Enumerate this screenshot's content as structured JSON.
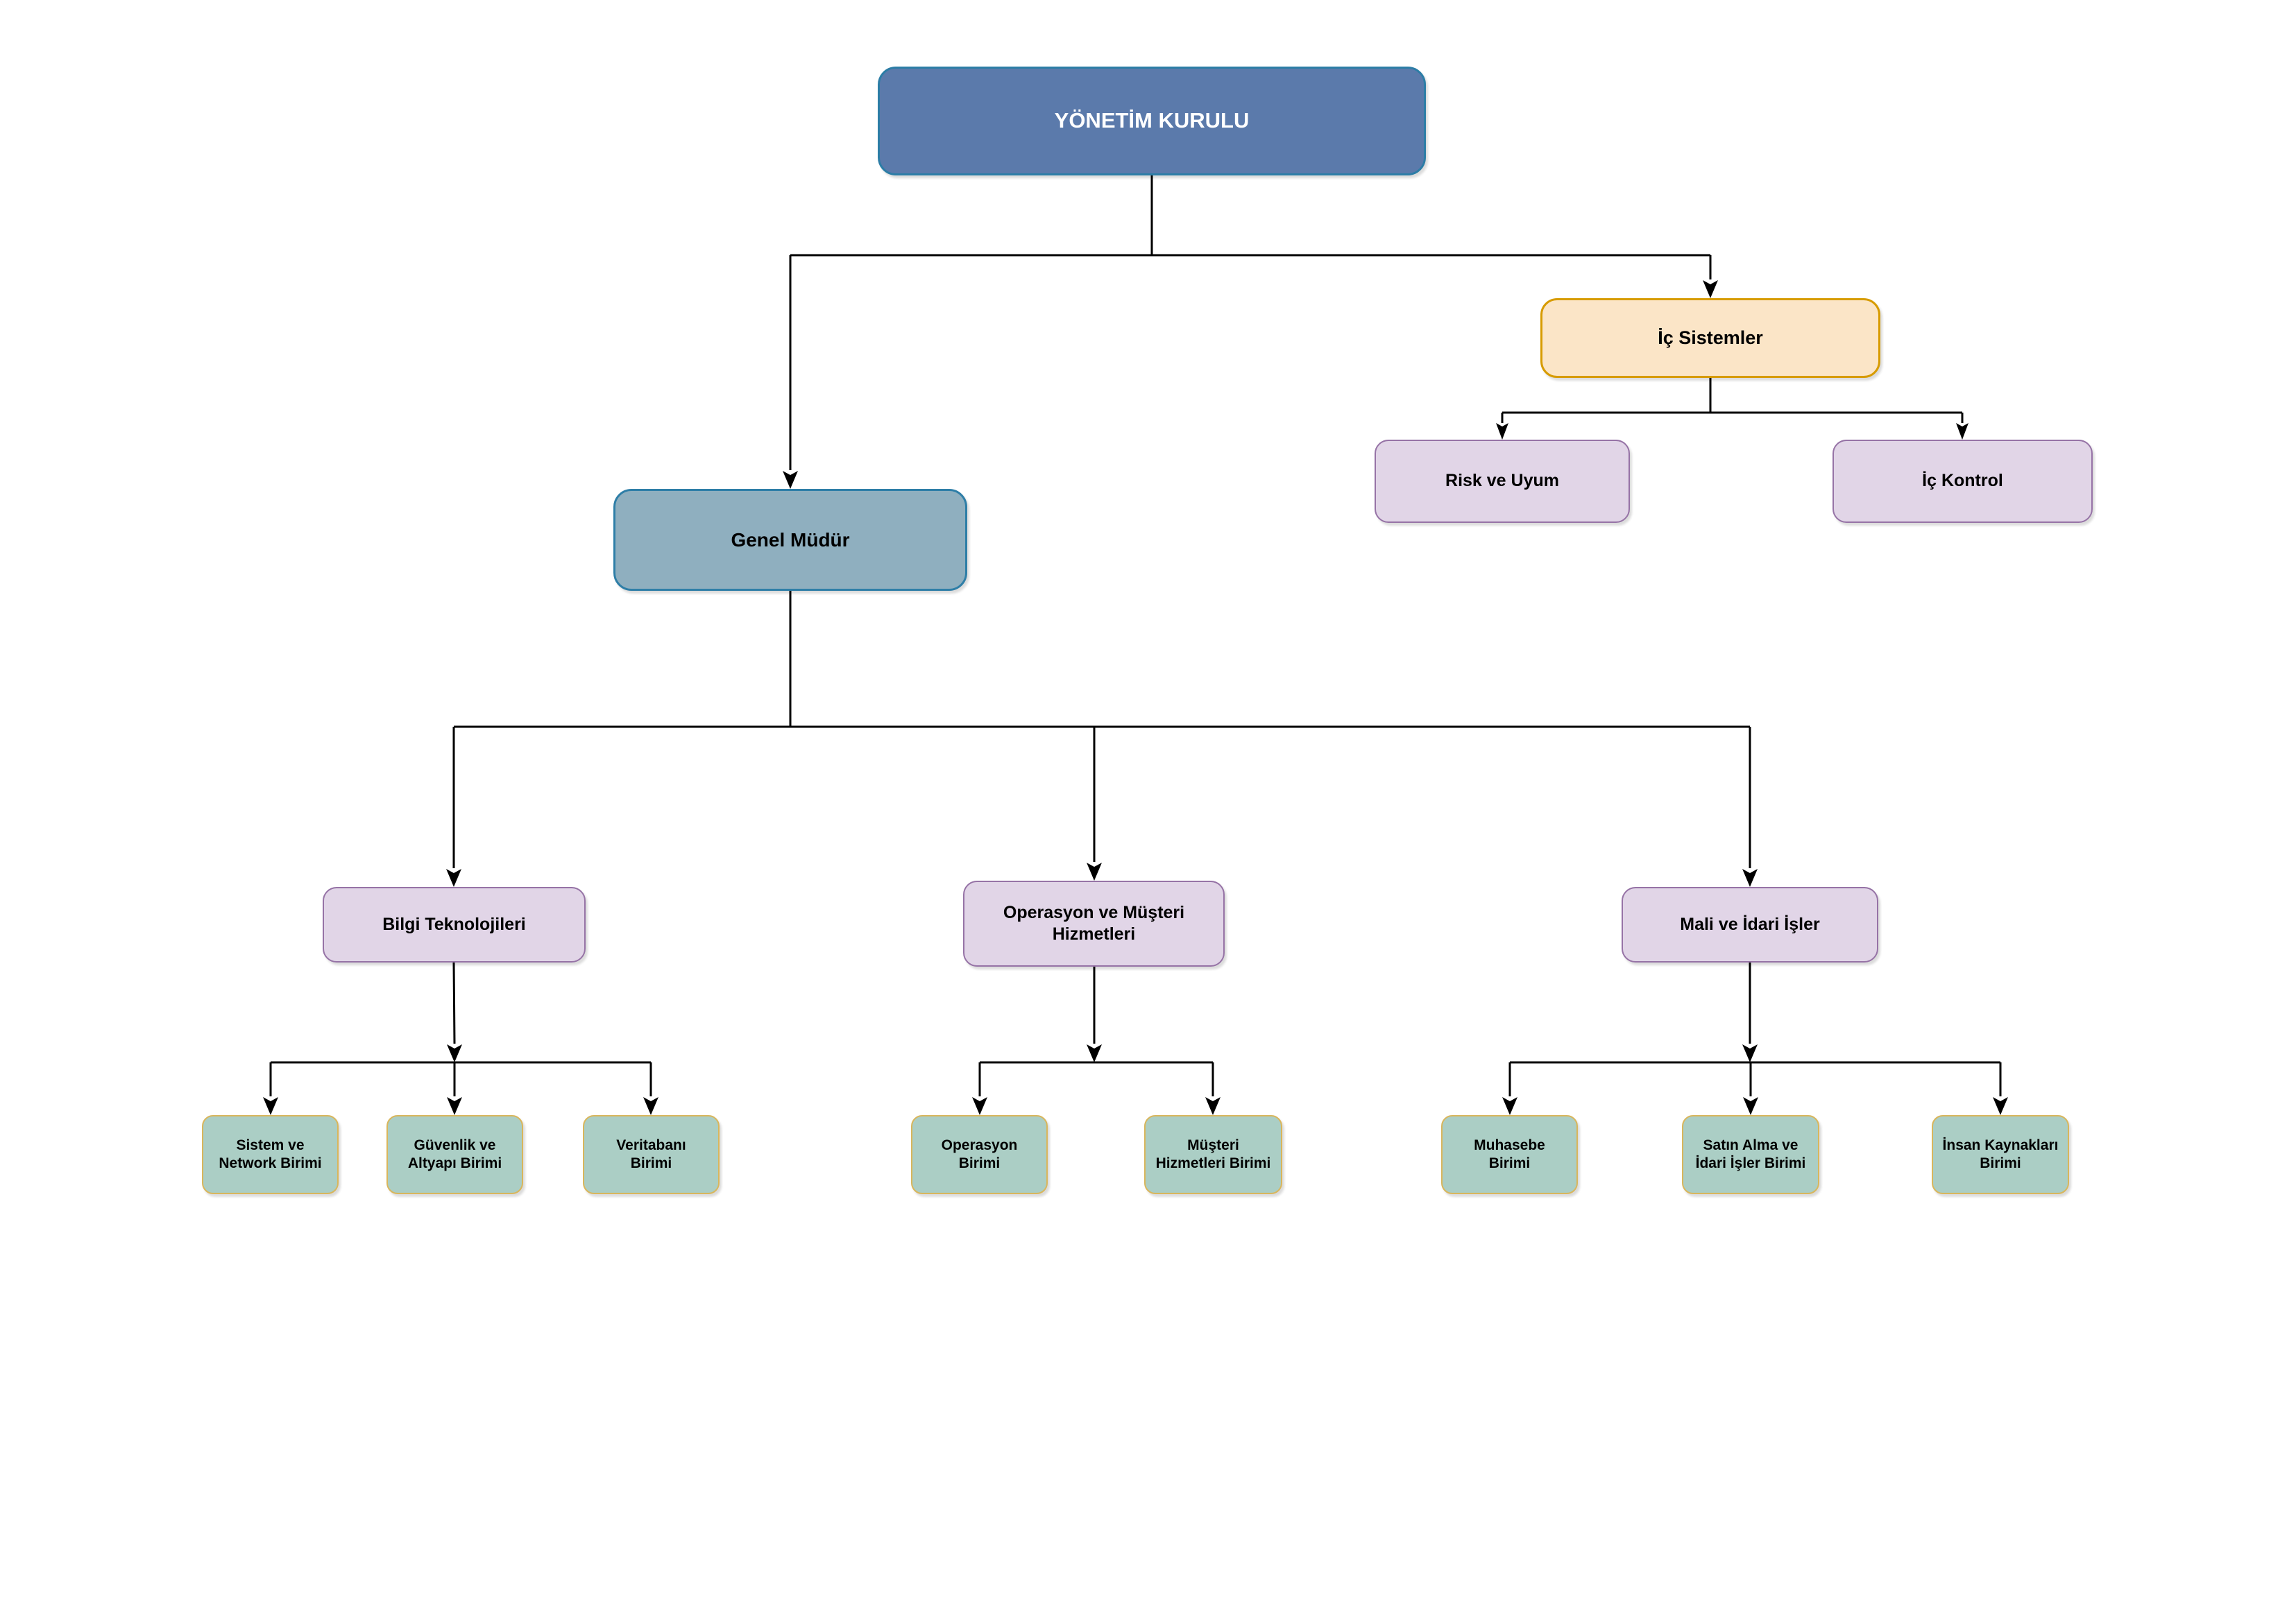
{
  "diagram": {
    "title": "Organization chart",
    "language": "tr",
    "colors": {
      "background": "#ffffff",
      "connector": "#000000",
      "board_fill": "#5b7aab",
      "board_stroke": "#2c7da6",
      "board_text": "#ffffff",
      "gm_fill": "#8fafbf",
      "gm_stroke": "#2e7ea7",
      "internal_fill": "#fbe5c7",
      "internal_stroke": "#d79b00",
      "dept_fill": "#e1d5e7",
      "dept_stroke": "#9673a6",
      "unit_fill": "#abcec5",
      "unit_stroke": "#d9b65c",
      "node_text": "#000000"
    },
    "nodes": {
      "yonetim_kurulu": {
        "label": "YÖNETİM KURULU",
        "level": 1,
        "style": "blue"
      },
      "ic_sistemler": {
        "label": "İç Sistemler",
        "level": 2,
        "style": "orange"
      },
      "genel_mudur": {
        "label": "Genel Müdür",
        "level": 2,
        "style": "teal"
      },
      "risk_ve_uyum": {
        "label": "Risk ve Uyum",
        "level": 3,
        "style": "purple"
      },
      "ic_kontrol": {
        "label": "İç Kontrol",
        "level": 3,
        "style": "purple"
      },
      "bilgi_teknolojileri": {
        "label": "Bilgi Teknolojileri",
        "level": 3,
        "style": "purple"
      },
      "operasyon_musteri": {
        "label": "Operasyon ve Müşteri\nHizmetleri",
        "level": 3,
        "style": "purple"
      },
      "mali_idari": {
        "label": "Mali ve İdari İşler",
        "level": 3,
        "style": "purple"
      },
      "sistem_network": {
        "label": "Sistem ve\nNetwork Birimi",
        "level": 4,
        "style": "green"
      },
      "guvenlik_altyapi": {
        "label": "Güvenlik ve\nAltyapı Birimi",
        "level": 4,
        "style": "green"
      },
      "veritabani": {
        "label": "Veritabanı\nBirimi",
        "level": 4,
        "style": "green"
      },
      "operasyon_birimi": {
        "label": "Operasyon\nBirimi",
        "level": 4,
        "style": "green"
      },
      "musteri_hizmetleri": {
        "label": "Müşteri\nHizmetleri Birimi",
        "level": 4,
        "style": "green"
      },
      "muhasebe": {
        "label": "Muhasebe\nBirimi",
        "level": 4,
        "style": "green"
      },
      "satin_alma": {
        "label": "Satın Alma ve\nİdari İşler Birimi",
        "level": 4,
        "style": "green"
      },
      "insan_kaynaklari": {
        "label": "İnsan Kaynakları\nBirimi",
        "level": 4,
        "style": "green"
      }
    },
    "hierarchy": {
      "yonetim_kurulu": [
        "genel_mudur",
        "ic_sistemler"
      ],
      "ic_sistemler": [
        "risk_ve_uyum",
        "ic_kontrol"
      ],
      "genel_mudur": [
        "bilgi_teknolojileri",
        "operasyon_musteri",
        "mali_idari"
      ],
      "bilgi_teknolojileri": [
        "sistem_network",
        "guvenlik_altyapi",
        "veritabani"
      ],
      "operasyon_musteri": [
        "operasyon_birimi",
        "musteri_hizmetleri"
      ],
      "mali_idari": [
        "muhasebe",
        "satin_alma",
        "insan_kaynaklari"
      ]
    }
  }
}
